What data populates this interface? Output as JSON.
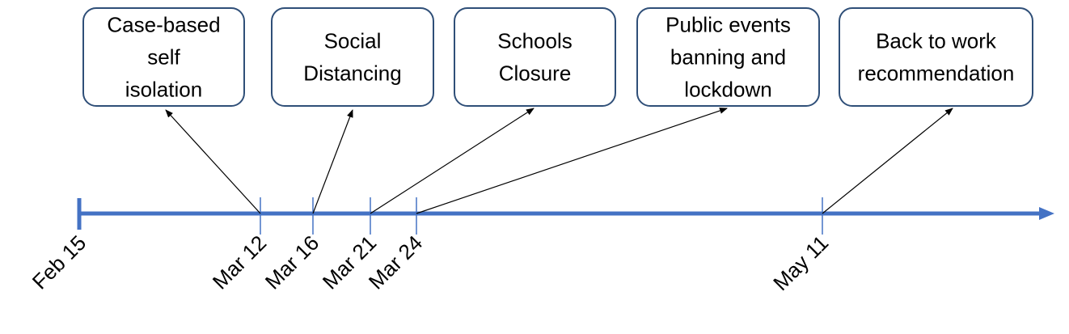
{
  "timeline": {
    "start_label": "Feb 15",
    "color": "#4472c4",
    "box_border_color": "#2f4f78",
    "events": [
      {
        "date": "Mar 12",
        "lines": [
          "Case-based",
          "self",
          "isolation"
        ]
      },
      {
        "date": "Mar 16",
        "lines": [
          "Social",
          "Distancing"
        ]
      },
      {
        "date": "Mar 21",
        "lines": [
          "Schools",
          "Closure"
        ]
      },
      {
        "date": "Mar 24",
        "lines": [
          "Public events",
          "banning and",
          "lockdown"
        ]
      },
      {
        "date": "May 11",
        "lines": [
          "Back to work",
          "recommendation"
        ]
      }
    ]
  }
}
